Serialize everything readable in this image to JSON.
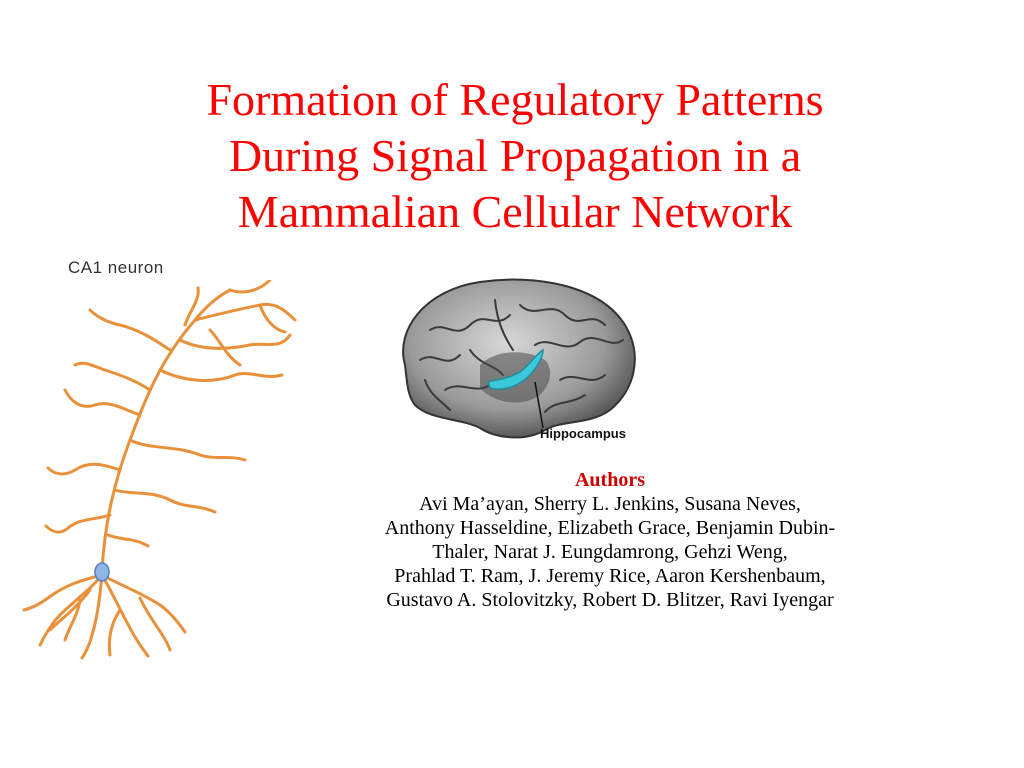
{
  "slide": {
    "title_lines": [
      "Formation of Regulatory Patterns",
      "During Signal Propagation in a",
      "Mammalian Cellular Network"
    ],
    "neuron_label": "CA1 neuron",
    "hippocampus_label": "Hippocampus",
    "authors_heading": "Authors",
    "author_lines": [
      "Avi Ma’ayan, Sherry L. Jenkins, Susana Neves,",
      "Anthony Hasseldine, Elizabeth Grace, Benjamin Dubin-",
      "Thaler, Narat J. Eungdamrong, Gehzi Weng,",
      "Prahlad T. Ram,  J. Jeremy Rice, Aaron Kershenbaum,",
      "Gustavo A. Stolovitzky, Robert D. Blitzer, Ravi Iyengar"
    ]
  },
  "colors": {
    "title": "#ff0000",
    "authors_heading": "#cc0000",
    "body_text": "#000000",
    "neuron": "#e8913a",
    "brain": "#9a9a9a",
    "hippocampus": "#3cc8d8"
  },
  "icons": {
    "neuron_image": "neuron-illustration-icon",
    "brain_image": "brain-illustration-icon"
  }
}
